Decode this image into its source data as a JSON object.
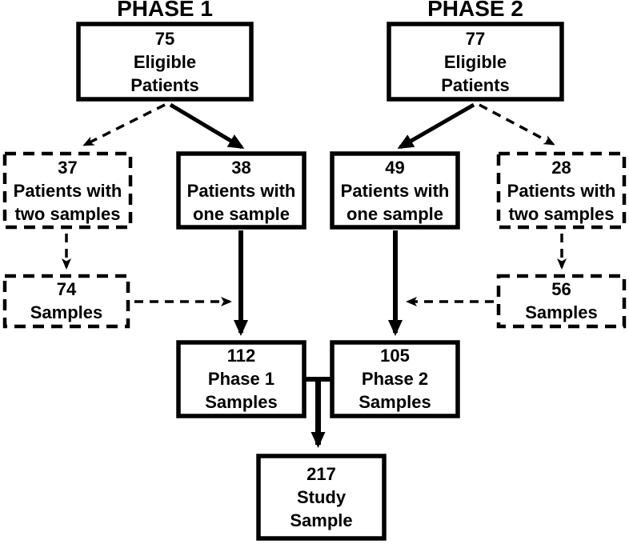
{
  "colors": {
    "line": "#000000",
    "background": "#ffffff"
  },
  "phase1": {
    "title": "PHASE 1",
    "eligible": {
      "value": "75",
      "line1": "Eligible",
      "line2": "Patients"
    },
    "two_samples": {
      "value": "37",
      "line1": "Patients with",
      "line2": "two samples"
    },
    "one_sample": {
      "value": "38",
      "line1": "Patients with",
      "line2": "one sample"
    },
    "samples": {
      "value": "74",
      "line1": "Samples"
    },
    "phase_samples": {
      "value": "112",
      "line1": "Phase 1",
      "line2": "Samples"
    }
  },
  "phase2": {
    "title": "PHASE 2",
    "eligible": {
      "value": "77",
      "line1": "Eligible",
      "line2": "Patients"
    },
    "two_samples": {
      "value": "28",
      "line1": "Patients with",
      "line2": "two samples"
    },
    "one_sample": {
      "value": "49",
      "line1": "Patients with",
      "line2": "one sample"
    },
    "samples": {
      "value": "56",
      "line1": "Samples"
    },
    "phase_samples": {
      "value": "105",
      "line1": "Phase 2",
      "line2": "Samples"
    }
  },
  "study": {
    "value": "217",
    "line1": "Study",
    "line2": "Sample"
  }
}
